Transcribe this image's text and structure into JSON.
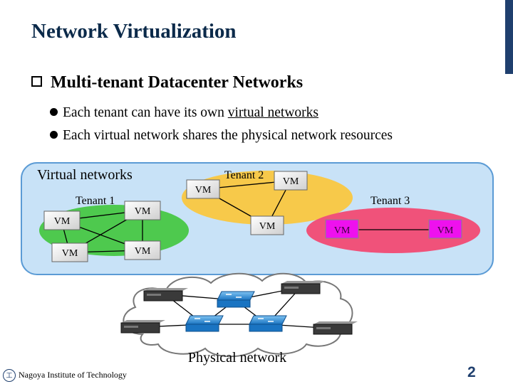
{
  "title": "Network Virtualization",
  "bullet": "Multi-tenant Datacenter Networks",
  "sub_bullets": [
    {
      "prefix": "Each tenant can have its own ",
      "underlined": "virtual networks"
    },
    {
      "text": "Each virtual network shares the physical network resources"
    }
  ],
  "diagram": {
    "virtual_label": "Virtual networks",
    "physical_label": "Physical network",
    "tenants": [
      {
        "label": "Tenant 1",
        "color": "#4ec94e"
      },
      {
        "label": "Tenant 2",
        "color": "#f7c94a"
      },
      {
        "label": "Tenant 3",
        "color": "#f0527a"
      }
    ],
    "vm_label": "VM",
    "region_color": "#c8e2f7",
    "vm_color_default": "#d9d9d9",
    "vm_color_tenant3": "#ee11ee"
  },
  "footer": {
    "institution": "Nagoya Institute of Technology",
    "logo_glyph": "工"
  },
  "page_number": "2"
}
